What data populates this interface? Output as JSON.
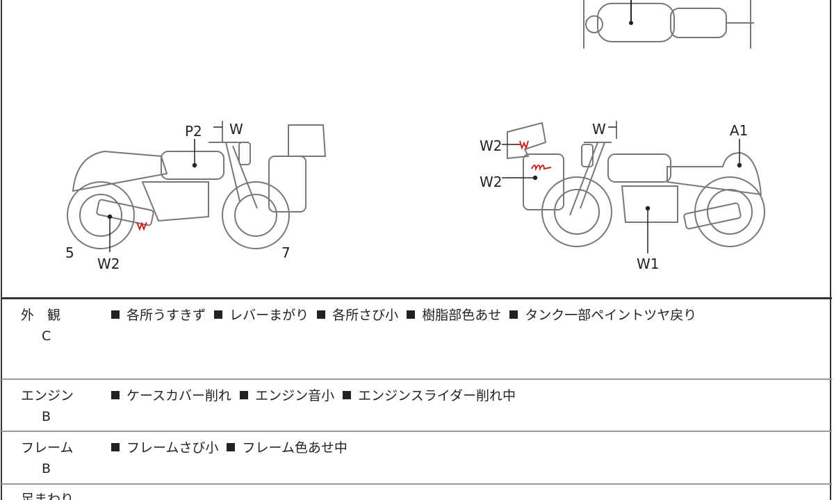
{
  "diagram": {
    "left_view_labels": {
      "p2": "P2",
      "w_lever": "W",
      "w2_muffler": "W2",
      "num5": "5",
      "num7": "7"
    },
    "right_view_labels": {
      "w2_top": "W2",
      "w2_case": "W2",
      "w_lever": "W",
      "a1": "A1",
      "w1": "W1"
    },
    "mark_color": "#cc2222"
  },
  "sections": [
    {
      "category": "外　観",
      "grade": "C",
      "items": [
        "各所うすきず",
        "レバーまがり",
        "各所さび小",
        "樹脂部色あせ",
        "タンク一部ペイントツヤ戻り"
      ]
    },
    {
      "category": "エンジン",
      "grade": "B",
      "items": [
        "ケースカバー削れ",
        "エンジン音小",
        "エンジンスライダー削れ中"
      ]
    },
    {
      "category": "フレーム",
      "grade": "B",
      "items": [
        "フレームさび小",
        "フレーム色あせ中"
      ]
    },
    {
      "category": "足まわり",
      "grade": "",
      "items": []
    }
  ]
}
